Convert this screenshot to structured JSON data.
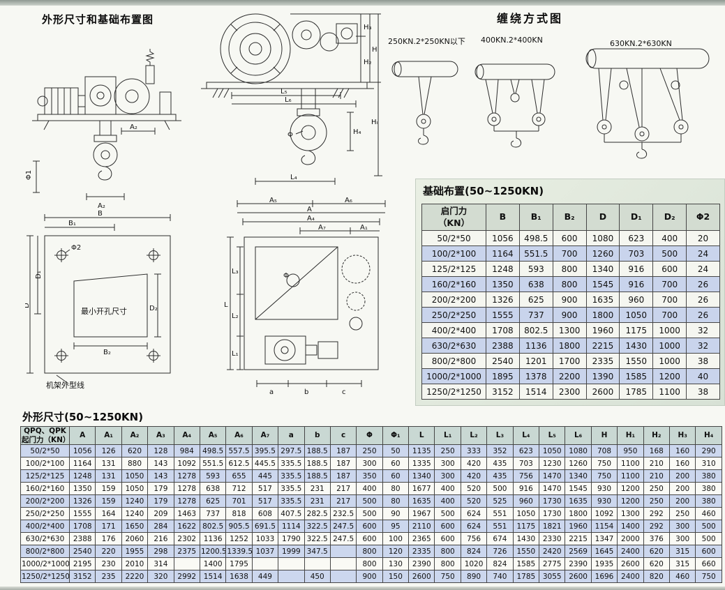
{
  "page": {
    "left_title": "外形尺寸和基础布置图",
    "winding_title": "缠绕方式图",
    "foundation_title": "基础布置(50~1250KN)",
    "dimensions_title": "外形尺寸(50~1250KN)"
  },
  "winding": {
    "labels": [
      "250KN.2*250KN以下",
      "400KN.2*400KN",
      "630KN.2*630KN"
    ]
  },
  "drawings": {
    "front": {
      "a2_mid": "A₂",
      "a2_bottom": "A₂",
      "phi1": "Φ1"
    },
    "side": {
      "h": "H",
      "h3": "H₃",
      "h2": "H₂",
      "hl": "Hₗ",
      "l5": "L₅",
      "l6": "L₆",
      "h4": "H₄",
      "l4": "L₄",
      "phi": "Φ"
    },
    "plan": {
      "b": "B",
      "b1": "B₁",
      "phi2": "Φ2",
      "d1": "D₁",
      "d": "D",
      "d2": "D₂",
      "b2": "B₂",
      "min_opening": "最小开孔尺寸",
      "frame_outline": "机架外型线"
    },
    "top": {
      "a5": "A₅",
      "a6": "A₆",
      "a": "A",
      "a4": "A₄",
      "a7": "A₇",
      "a1": "A₁",
      "l3": "L₃",
      "l2": "L₂",
      "l": "L",
      "l1": "L₁",
      "a_dim": "a",
      "b_dim": "b",
      "c_dim": "c",
      "phi": "Φ"
    }
  },
  "foundation_table": {
    "headers": [
      "启门力\n（KN）",
      "B",
      "B₁",
      "B₂",
      "D",
      "D₁",
      "D₂",
      "Φ2"
    ],
    "rows": [
      [
        "50/2*50",
        "1056",
        "498.5",
        "600",
        "1080",
        "623",
        "400",
        "20"
      ],
      [
        "100/2*100",
        "1164",
        "551.5",
        "700",
        "1260",
        "703",
        "500",
        "24"
      ],
      [
        "125/2*125",
        "1248",
        "593",
        "800",
        "1340",
        "916",
        "600",
        "24"
      ],
      [
        "160/2*160",
        "1350",
        "638",
        "800",
        "1545",
        "916",
        "700",
        "26"
      ],
      [
        "200/2*200",
        "1326",
        "625",
        "900",
        "1635",
        "960",
        "700",
        "26"
      ],
      [
        "250/2*250",
        "1555",
        "737",
        "900",
        "1800",
        "1050",
        "700",
        "26"
      ],
      [
        "400/2*400",
        "1708",
        "802.5",
        "1300",
        "1960",
        "1175",
        "1000",
        "32"
      ],
      [
        "630/2*630",
        "2388",
        "1136",
        "1800",
        "2215",
        "1430",
        "1000",
        "32"
      ],
      [
        "800/2*800",
        "2540",
        "1201",
        "1700",
        "2335",
        "1550",
        "1000",
        "38"
      ],
      [
        "1000/2*1000",
        "1895",
        "1378",
        "2200",
        "1390",
        "1585",
        "1200",
        "40"
      ],
      [
        "1250/2*1250",
        "3152",
        "1514",
        "2300",
        "2600",
        "1785",
        "1100",
        "38"
      ]
    ]
  },
  "dimensions_table": {
    "headers": [
      "QPQ、QPK\n起门力（KN）",
      "A",
      "A₁",
      "A₂",
      "A₃",
      "A₄",
      "A₅",
      "A₆",
      "A₇",
      "a",
      "b",
      "c",
      "Φ",
      "Φ₁",
      "L",
      "L₁",
      "L₂",
      "L₃",
      "L₄",
      "L₅",
      "L₆",
      "H",
      "H₁",
      "H₂",
      "H₃",
      "H₄"
    ],
    "rows": [
      [
        "50/2*50",
        "1056",
        "126",
        "620",
        "128",
        "984",
        "498.5",
        "557.5",
        "395.5",
        "297.5",
        "188.5",
        "187",
        "250",
        "50",
        "1135",
        "250",
        "333",
        "352",
        "623",
        "1050",
        "1080",
        "708",
        "950",
        "168",
        "160",
        "290"
      ],
      [
        "100/2*100",
        "1164",
        "131",
        "880",
        "143",
        "1092",
        "551.5",
        "612.5",
        "445.5",
        "335.5",
        "188.5",
        "187",
        "300",
        "60",
        "1335",
        "300",
        "420",
        "435",
        "703",
        "1230",
        "1260",
        "750",
        "1100",
        "210",
        "160",
        "310"
      ],
      [
        "125/2*125",
        "1248",
        "131",
        "1050",
        "143",
        "1278",
        "593",
        "655",
        "445",
        "335.5",
        "188.5",
        "187",
        "350",
        "60",
        "1340",
        "300",
        "420",
        "435",
        "756",
        "1470",
        "1340",
        "750",
        "1100",
        "210",
        "200",
        "380"
      ],
      [
        "160/2*160",
        "1350",
        "159",
        "1050",
        "179",
        "1278",
        "638",
        "712",
        "517",
        "335.5",
        "231",
        "217",
        "400",
        "80",
        "1677",
        "400",
        "520",
        "500",
        "916",
        "1470",
        "1545",
        "930",
        "1200",
        "250",
        "200",
        "380"
      ],
      [
        "200/2*200",
        "1326",
        "159",
        "1240",
        "179",
        "1278",
        "625",
        "701",
        "517",
        "335.5",
        "231",
        "217",
        "500",
        "80",
        "1635",
        "400",
        "520",
        "525",
        "960",
        "1730",
        "1635",
        "930",
        "1200",
        "250",
        "200",
        "380"
      ],
      [
        "250/2*250",
        "1555",
        "164",
        "1240",
        "209",
        "1463",
        "737",
        "818",
        "608",
        "407.5",
        "282.5",
        "232.5",
        "500",
        "90",
        "1967",
        "500",
        "624",
        "551",
        "1050",
        "1730",
        "1800",
        "1092",
        "1300",
        "292",
        "250",
        "460"
      ],
      [
        "400/2*400",
        "1708",
        "171",
        "1650",
        "284",
        "1622",
        "802.5",
        "905.5",
        "691.5",
        "1114",
        "322.5",
        "247.5",
        "600",
        "95",
        "2110",
        "600",
        "624",
        "551",
        "1175",
        "1821",
        "1960",
        "1154",
        "1400",
        "292",
        "300",
        "500"
      ],
      [
        "630/2*630",
        "2388",
        "176",
        "2060",
        "216",
        "2302",
        "1136",
        "1252",
        "1033",
        "1790",
        "322.5",
        "247.5",
        "600",
        "100",
        "2365",
        "600",
        "756",
        "674",
        "1430",
        "2330",
        "2215",
        "1347",
        "2000",
        "376",
        "300",
        "500"
      ],
      [
        "800/2*800",
        "2540",
        "220",
        "1955",
        "298",
        "2375",
        "1200.5",
        "1339.5",
        "1037",
        "1999",
        "347.5",
        "",
        "800",
        "120",
        "2335",
        "800",
        "824",
        "726",
        "1550",
        "2420",
        "2569",
        "1645",
        "2400",
        "620",
        "315",
        "600"
      ],
      [
        "1000/2*1000",
        "2195",
        "230",
        "2010",
        "314",
        "",
        "1400",
        "1795",
        "",
        "",
        "",
        "",
        "800",
        "130",
        "2390",
        "800",
        "1020",
        "824",
        "1585",
        "2775",
        "2390",
        "1935",
        "2600",
        "620",
        "315",
        "660"
      ],
      [
        "1250/2*1250",
        "3152",
        "235",
        "2220",
        "320",
        "2992",
        "1514",
        "1638",
        "449",
        "",
        "450",
        "",
        "900",
        "150",
        "2600",
        "750",
        "890",
        "740",
        "1785",
        "3055",
        "2600",
        "1696",
        "2400",
        "820",
        "460",
        "750"
      ]
    ]
  }
}
